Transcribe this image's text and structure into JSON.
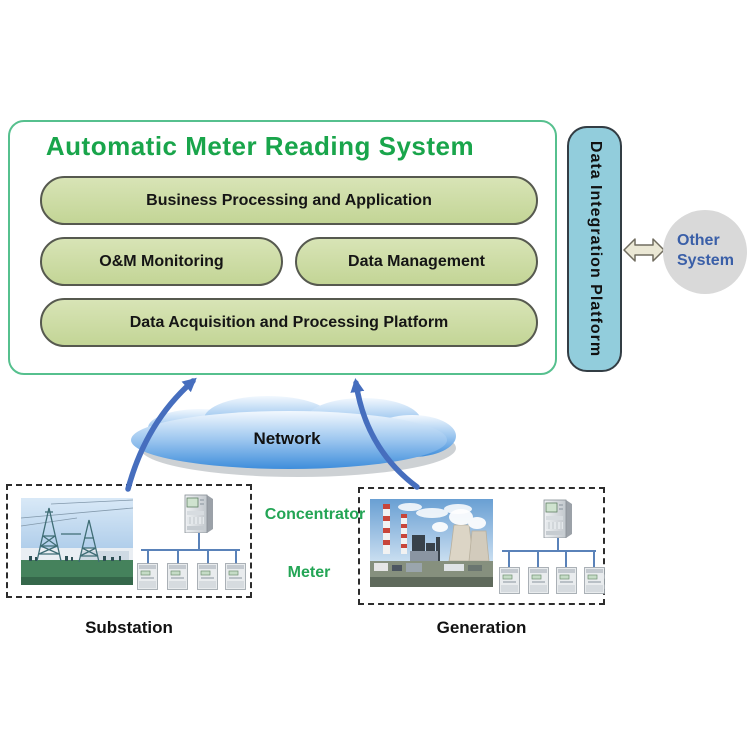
{
  "amr": {
    "title": "Automatic Meter Reading System",
    "modules": [
      {
        "label": "Business Processing and Application"
      },
      {
        "label": "O&M Monitoring"
      },
      {
        "label": "Data Management"
      },
      {
        "label": "Data Acquisition and Processing Platform"
      }
    ]
  },
  "integration": {
    "platform": "Data Integration Platform",
    "other_system": "Other System"
  },
  "network": {
    "label": "Network"
  },
  "field": {
    "concentrator_label": "Concentrator",
    "meter_label": "Meter",
    "sites": [
      {
        "label": "Substation"
      },
      {
        "label": "Generation"
      }
    ]
  },
  "icons": {
    "bidirectional_arrow": "double-headed block arrow between platform and other system",
    "network_cloud": "blue cloud shape",
    "flow_arrow": "curved blue arrow from site to AMR system",
    "concentrator_device": "data concentrator unit",
    "meter_device": "energy meter unit",
    "substation_photo": "photo of high-voltage substation",
    "generation_photo": "photo of power generation plant"
  },
  "colors": {
    "title_green": "#19a54b",
    "main_border_green": "#56c08e",
    "module_fill": "#c8d89e",
    "module_border": "#56594f",
    "platform_fill": "#92cddc",
    "cloud_blue": "#3e8ddb",
    "flow_arrow_blue": "#466ebe",
    "connector_blue": "#5a82b9",
    "label_green": "#23a555",
    "other_system_gray": "#d9d9d9",
    "other_system_text": "#3a5fa8",
    "arrow_icon_fill": "#ebe8d5"
  }
}
